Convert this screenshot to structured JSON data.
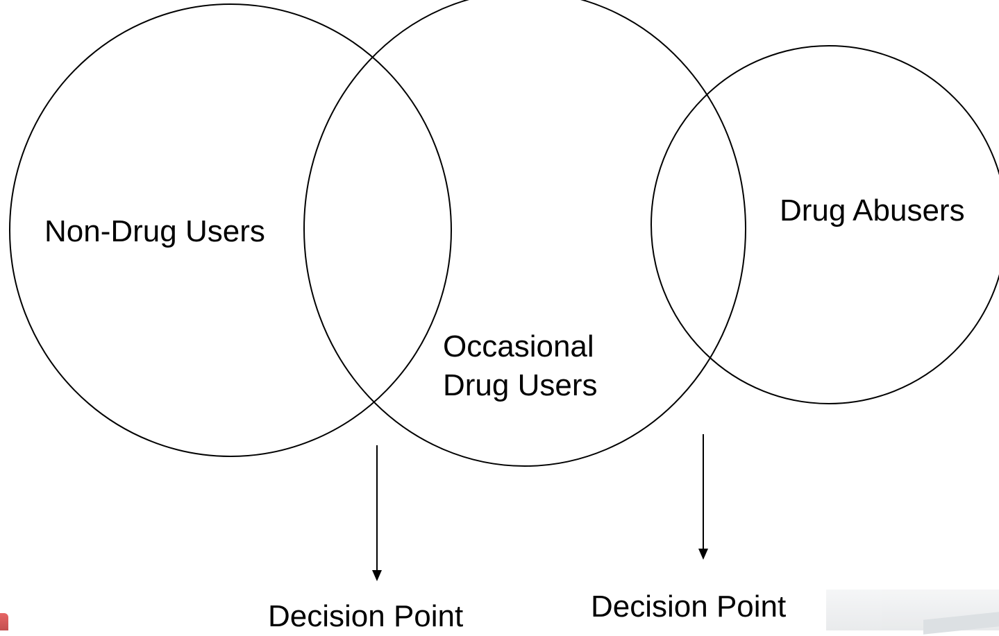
{
  "diagram": {
    "circles": [
      {
        "name": "non-drug-users",
        "label": "Non-Drug Users"
      },
      {
        "name": "occasional-drug-users",
        "label_lines": [
          "Occasional",
          "Drug Users"
        ]
      },
      {
        "name": "drug-abusers",
        "label": "Drug Abusers"
      }
    ],
    "decision_points": [
      {
        "label": "Decision Point"
      },
      {
        "label": "Decision Point"
      }
    ]
  }
}
